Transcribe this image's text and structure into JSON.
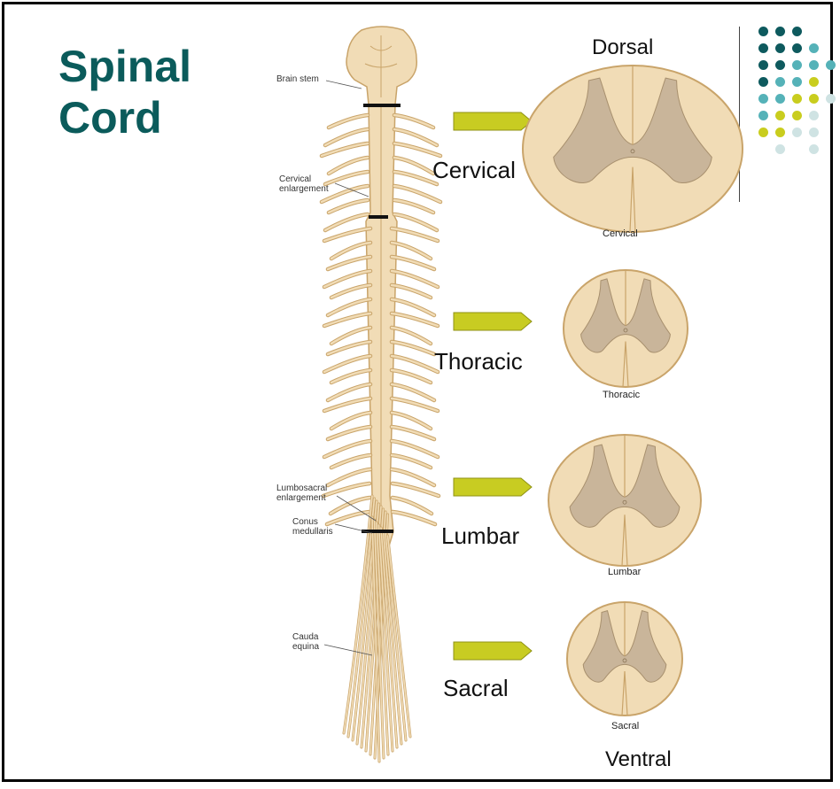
{
  "slide": {
    "title_line1": "Spinal",
    "title_line2": "Cord"
  },
  "regions": [
    {
      "label": "Cervical",
      "section_label": "Cervical"
    },
    {
      "label": "Thoracic",
      "section_label": "Thoracic"
    },
    {
      "label": "Lumbar",
      "section_label": "Lumbar"
    },
    {
      "label": "Sacral",
      "section_label": "Sacral"
    }
  ],
  "orientation": {
    "top": "Dorsal",
    "bottom": "Ventral"
  },
  "anatomy_labels": {
    "brain_stem": "Brain stem",
    "cervical_enlargement_1": "Cervical",
    "cervical_enlargement_2": "enlargement",
    "lumbosacral_enlargement_1": "Lumbosacral",
    "lumbosacral_enlargement_2": "enlargement",
    "conus_medullaris_1": "Conus",
    "conus_medullaris_2": "medullaris",
    "cauda_equina_1": "Cauda",
    "cauda_equina_2": "equina"
  },
  "colors": {
    "title": "#0b5b5b",
    "arrow": "#c8cc22",
    "cord_fill": "#f1dcb6",
    "cord_stroke": "#c9a46a",
    "grey_matter": "#c9b59a",
    "dot_dark": "#0e5a5e",
    "dot_teal": "#55b2b8",
    "dot_yellow": "#c9cd1e",
    "dot_pale": "#cfe3e3"
  }
}
